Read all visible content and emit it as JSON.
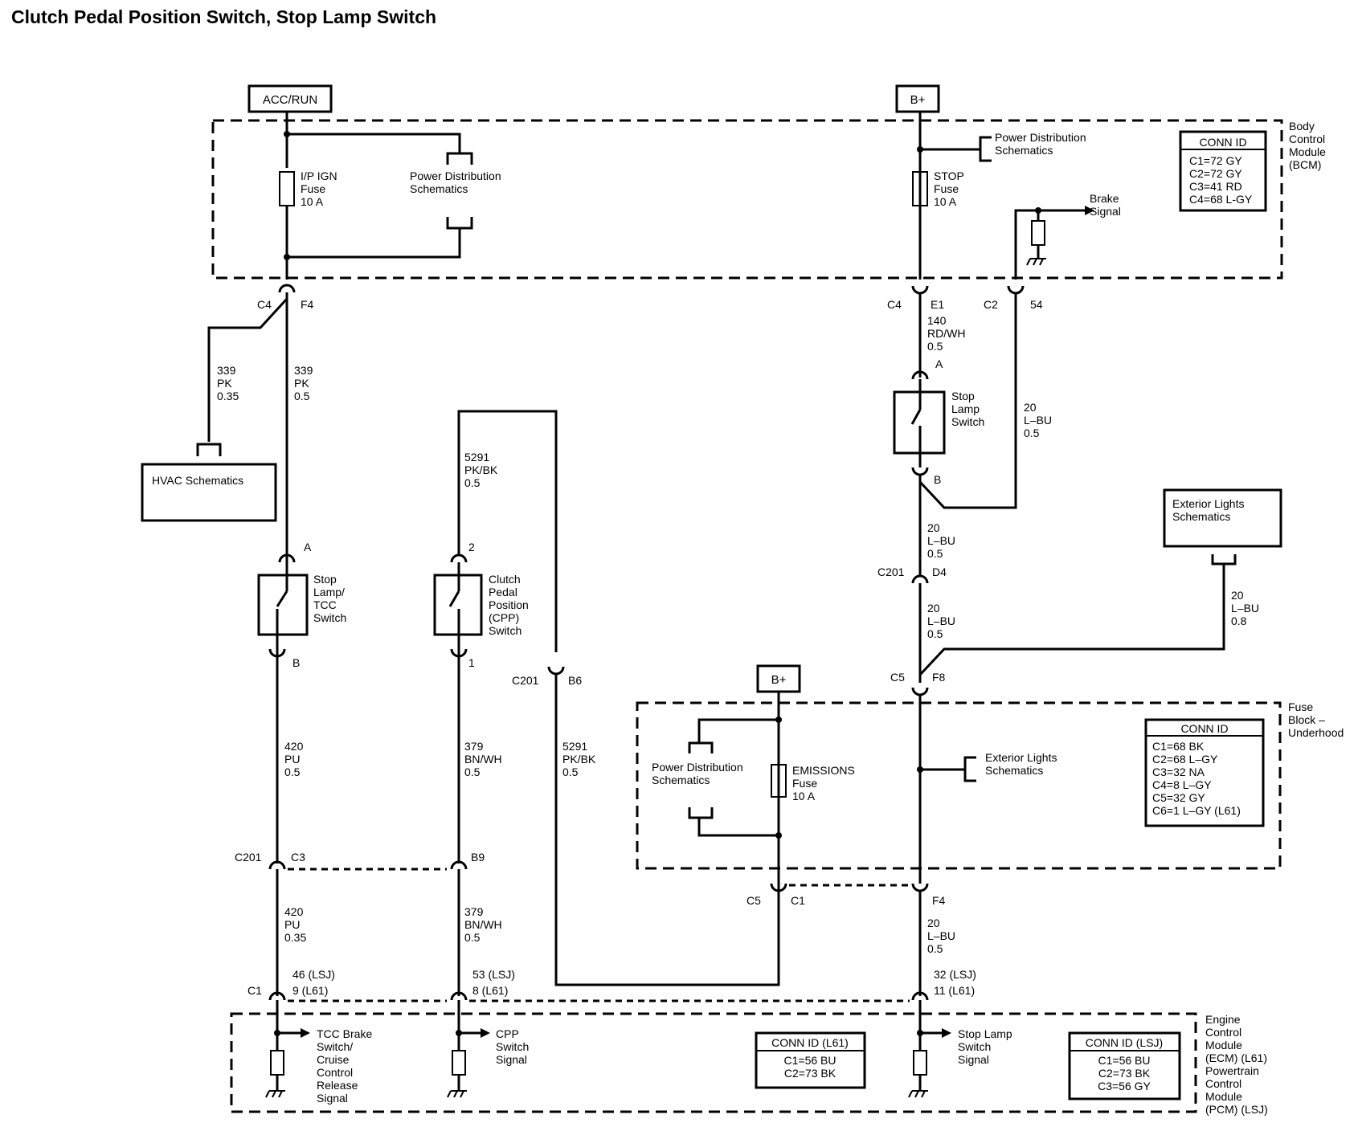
{
  "title": "Clutch Pedal Position Switch, Stop Lamp Switch",
  "power": {
    "acc_run": "ACC/RUN",
    "bplus_top": "B+",
    "bplus_fuse_block": "B+"
  },
  "bcm": {
    "name": [
      "Body",
      "Control",
      "Module",
      "(BCM)"
    ],
    "conn_id": {
      "title": "CONN ID",
      "rows": [
        "C1=72 GY",
        "C2=72 GY",
        "C3=41 RD",
        "C4=68 L-GY"
      ]
    },
    "fuse_ip": [
      "I/P IGN",
      "Fuse",
      "10 A"
    ],
    "fuse_stop": [
      "STOP",
      "Fuse",
      "10 A"
    ],
    "power_dist_left": [
      "Power Distribution",
      "Schematics"
    ],
    "power_dist_right": [
      "Power Distribution",
      "Schematics"
    ],
    "brake_signal": [
      "Brake",
      "Signal"
    ]
  },
  "fuse_block": {
    "name": [
      "Fuse",
      "Block –",
      "Underhood"
    ],
    "conn_id": {
      "title": "CONN ID",
      "rows": [
        "C1=68 BK",
        "C2=68 L–GY",
        "C3=32 NA",
        "C4=8 L–GY",
        "C5=32 GY",
        "C6=1 L–GY (L61)"
      ]
    },
    "fuse_emissions": [
      "EMISSIONS",
      "Fuse",
      "10 A"
    ],
    "power_dist": [
      "Power Distribution",
      "Schematics"
    ],
    "exterior_lights": [
      "Exterior Lights",
      "Schematics"
    ]
  },
  "ecm": {
    "name": [
      "Engine",
      "Control",
      "Module",
      "(ECM) (L61)",
      "Powertrain",
      "Control",
      "Module",
      "(PCM) (LSJ)"
    ],
    "conn_l61": {
      "title": "CONN ID (L61)",
      "rows": [
        "C1=56 BU",
        "C2=73 BK"
      ]
    },
    "conn_lsj": {
      "title": "CONN ID (LSJ)",
      "rows": [
        "C1=56 BU",
        "C2=73 BK",
        "C3=56 GY"
      ]
    },
    "tcc_signal": [
      "TCC Brake",
      "Switch/",
      "Cruise",
      "Control",
      "Release",
      "Signal"
    ],
    "cpp_signal": [
      "CPP",
      "Switch",
      "Signal"
    ],
    "stop_signal": [
      "Stop Lamp",
      "Switch",
      "Signal"
    ]
  },
  "components": {
    "hvac": "HVAC Schematics",
    "exterior_lights_box": [
      "Exterior Lights",
      "Schematics"
    ],
    "stop_tcc_switch": [
      "Stop",
      "Lamp/",
      "TCC",
      "Switch"
    ],
    "cpp_switch": [
      "Clutch",
      "Pedal",
      "Position",
      "(CPP)",
      "Switch"
    ],
    "stop_lamp_switch": [
      "Stop",
      "Lamp",
      "Switch"
    ]
  },
  "connectors": {
    "c4_f4": [
      "C4",
      "F4"
    ],
    "c4_e1": [
      "C4",
      "E1"
    ],
    "c2_54": [
      "C2",
      "54"
    ],
    "pin_a_left": "A",
    "pin_b_left": "B",
    "pin_2": "2",
    "pin_1": "1",
    "pin_a_right": "A",
    "pin_b_right": "B",
    "c201_d4": [
      "C201",
      "D4"
    ],
    "c201_b6": [
      "C201",
      "B6"
    ],
    "c5_f8": [
      "C5",
      "F8"
    ],
    "c201_c3": [
      "C201",
      "C3"
    ],
    "b9": "B9",
    "c5_c1": [
      "C5",
      "C1"
    ],
    "f4_lower": "F4",
    "c1_ecm": "C1",
    "ecm_pins_1": [
      "46 (LSJ)",
      "9 (L61)"
    ],
    "ecm_pins_2": [
      "53 (LSJ)",
      "8 (L61)"
    ],
    "ecm_pins_3": [
      "32 (LSJ)",
      "11 (L61)"
    ]
  },
  "wires": {
    "w339_035": [
      "339",
      "PK",
      "0.35"
    ],
    "w339_05": [
      "339",
      "PK",
      "0.5"
    ],
    "w5291_top": [
      "5291",
      "PK/BK",
      "0.5"
    ],
    "w140": [
      "140",
      "RD/WH",
      "0.5"
    ],
    "w20_right": [
      "20",
      "L–BU",
      "0.5"
    ],
    "w20_a": [
      "20",
      "L–BU",
      "0.5"
    ],
    "w20_b": [
      "20",
      "L–BU",
      "0.5"
    ],
    "w20_ext": [
      "20",
      "L–BU",
      "0.8"
    ],
    "w420_05": [
      "420",
      "PU",
      "0.5"
    ],
    "w379_05": [
      "379",
      "BN/WH",
      "0.5"
    ],
    "w5291_mid": [
      "5291",
      "PK/BK",
      "0.5"
    ],
    "w420_035": [
      "420",
      "PU",
      "0.35"
    ],
    "w379_lower": [
      "379",
      "BN/WH",
      "0.5"
    ],
    "w20_lower": [
      "20",
      "L–BU",
      "0.5"
    ]
  }
}
